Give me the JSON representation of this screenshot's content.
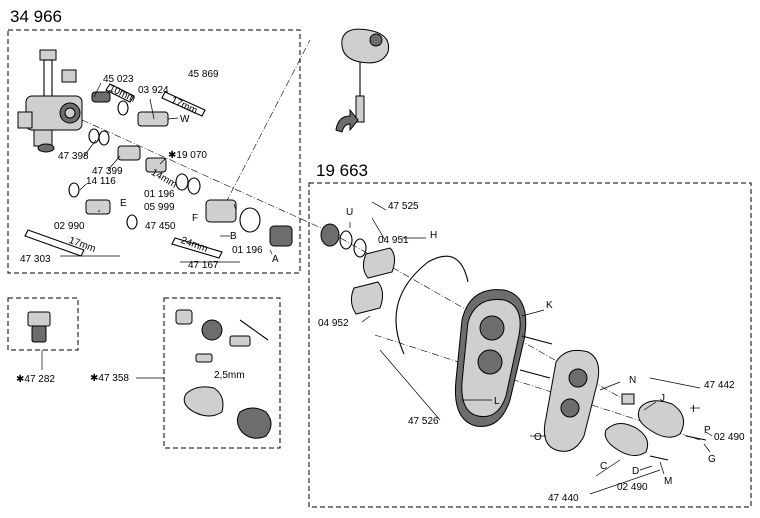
{
  "assemblies": {
    "main_kit": "34 966",
    "trim_kit": "19 663"
  },
  "labels": {
    "p45023": "45 023",
    "p03924": "03 924",
    "p45869": "45 869",
    "mm10": "10mm",
    "mm17a": "17mm",
    "W": "W",
    "p47398": "47 398",
    "p47399": "47 399",
    "p19070": "✱19 070",
    "mm14": "14mm",
    "p14116": "14 116",
    "p01196a": "01 196",
    "p05999": "05 999",
    "E": "E",
    "p02990": "02 990",
    "p47450": "47 450",
    "F": "F",
    "mm17b": "17mm",
    "mm24": "24mm",
    "B": "B",
    "p01196b": "01 196",
    "A": "A",
    "p47303": "47 303",
    "p47167": "47 167",
    "p47282": "✱47 282",
    "p47358": "✱47 358",
    "mm25": "2,5mm",
    "U": "U",
    "p47525": "47 525",
    "p04951": "04 951",
    "H": "H",
    "p04952": "04 952",
    "K": "K",
    "N": "N",
    "p47442": "47 442",
    "J": "J",
    "I": "I",
    "P": "P",
    "p02490a": "02 490",
    "G": "G",
    "p47526": "47 526",
    "L": "L",
    "O": "O",
    "C": "C",
    "D": "D",
    "M": "M",
    "p02490b": "02 490",
    "p47440": "47 440"
  },
  "icons": [
    "valve-body-icon",
    "cartridge-icon",
    "seal-ring-icon",
    "wrench-icon",
    "screwdriver-icon",
    "escutcheon-plate-icon",
    "handle-icon",
    "rotate-arrow-icon"
  ]
}
